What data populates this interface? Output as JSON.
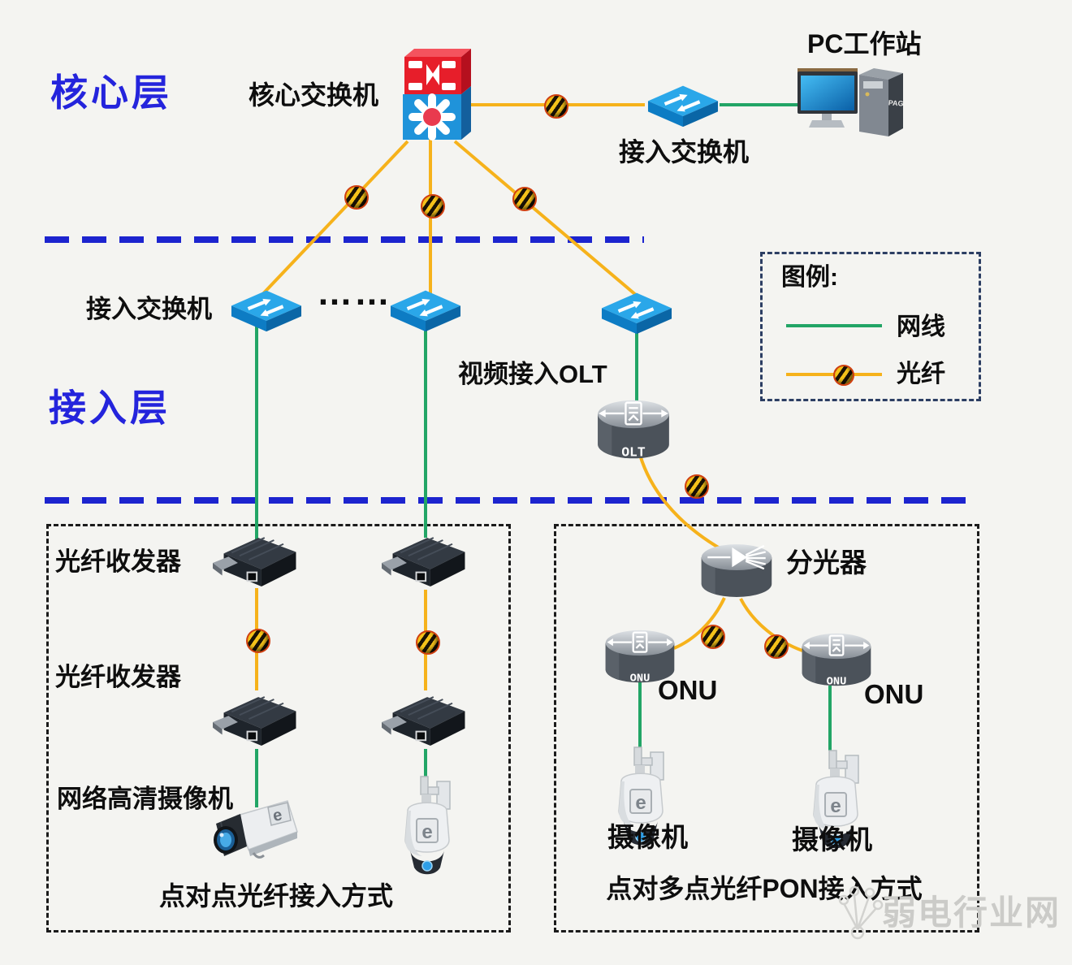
{
  "layers": {
    "core_label": "核心层",
    "access_label": "接入层"
  },
  "nodes": {
    "core_switch": "核心交换机",
    "pc_workstation": "PC工作站",
    "access_switch_top": "接入交换机",
    "access_switch_left": "接入交换机",
    "ellipsis": "……",
    "video_olt": "视频接入OLT",
    "olt_device_text": "OLT",
    "splitter": "分光器",
    "onu_left_device_text": "ONU",
    "onu_right_device_text": "ONU",
    "onu_left_label": "ONU",
    "onu_right_label": "ONU",
    "fiber_transceiver_1": "光纤收发器",
    "fiber_transceiver_2": "光纤收发器",
    "network_hd_camera": "网络高清摄像机",
    "camera_left": "摄像机",
    "camera_right": "摄像机"
  },
  "captions": {
    "p2p": "点对点光纤接入方式",
    "pon": "点对多点光纤PON接入方式"
  },
  "legend": {
    "title": "图例:",
    "items": [
      {
        "label": "网线",
        "color": "#22a566"
      },
      {
        "label": "光纤",
        "color": "#f6b21b"
      }
    ]
  },
  "watermark": {
    "text": "弱电行业网"
  },
  "colors": {
    "ethernet_line": "#22a566",
    "fiber_line": "#f6b21b",
    "layer_text": "#2424dc",
    "divider": "#1c24cf"
  }
}
